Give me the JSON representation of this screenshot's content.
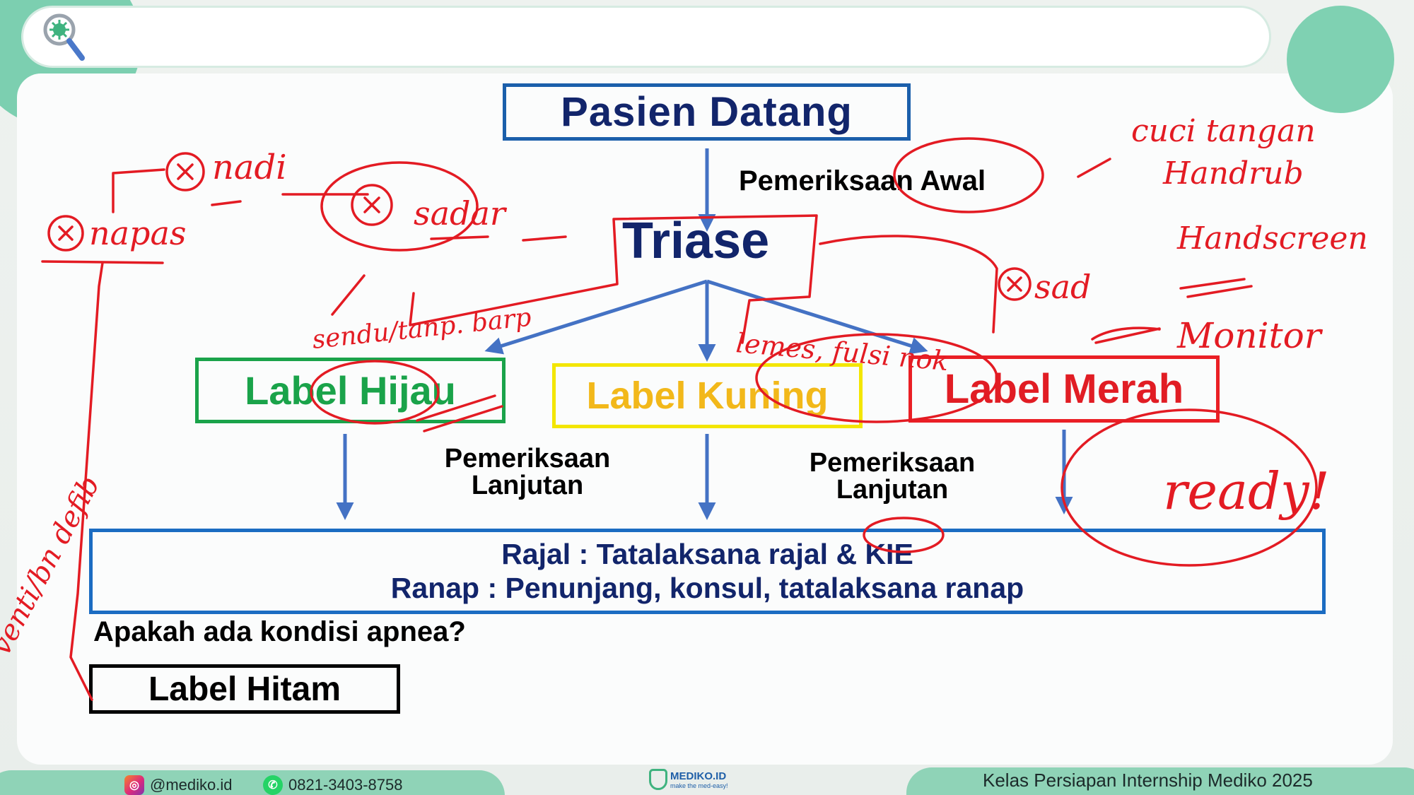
{
  "diagram": {
    "start_node": "Pasien Datang",
    "initial_exam_label": "Pemeriksaan Awal",
    "triage_node": "Triase",
    "labels": {
      "green": "Label Hijau",
      "yellow": "Label Kuning",
      "red": "Label Merah",
      "black": "Label Hitam"
    },
    "follow_up_exam": [
      "Pemeriksaan",
      "Lanjutan"
    ],
    "outcome": {
      "line1": "Rajal : Tatalaksana rajal & KIE",
      "line2": "Ranap : Penunjang, konsul, tatalaksana ranap"
    },
    "apnea_question": "Apakah ada kondisi apnea?"
  },
  "annotations": {
    "nadi": "nadi",
    "napas": "napas",
    "sadar": "sadar",
    "sad": "sad",
    "green_note": "sendu/tanp. barp",
    "yellow_note": "lemes, fulsi nok",
    "hand_1": "cuci tangan",
    "hand_2": "Handrub",
    "hand_3": "Handscreen",
    "monitor": "Monitor",
    "ready": "ready!",
    "left_note": "venti/bn\ndefib"
  },
  "footer": {
    "instagram": "@mediko.id",
    "whatsapp": "0821-3403-8758",
    "logo_text": "MEDIKO.ID",
    "logo_tagline": "make the med-easy!",
    "course_title": "Kelas Persiapan Internship Mediko 2025"
  },
  "colors": {
    "navy": "#12256b",
    "blue_border": "#1b5fab",
    "green": "#1aa34a",
    "yellow": "#f3e600",
    "red": "#e11d24",
    "arrow": "#4472c4",
    "ink": "#e31b23",
    "footer_bg": "#8fd3b7"
  },
  "icons": {
    "search": "search-icon",
    "instagram": "instagram-icon",
    "whatsapp": "whatsapp-icon"
  }
}
